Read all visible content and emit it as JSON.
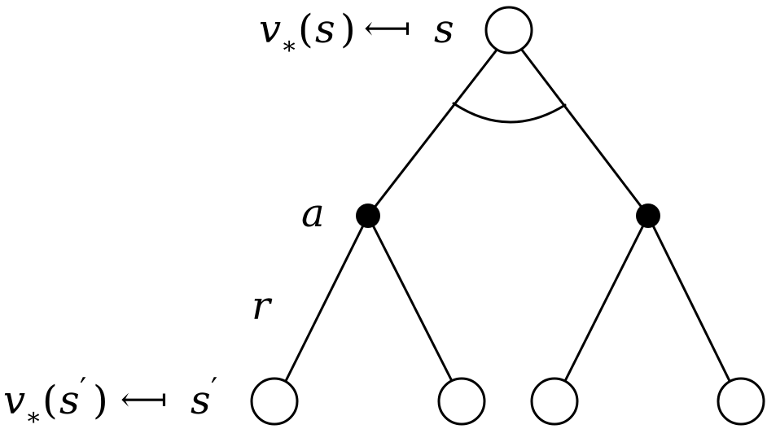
{
  "diagram": {
    "root_label": {
      "value": "v",
      "subscript": "∗",
      "arg_open": "(",
      "arg": "s",
      "arg_close": ")",
      "arrow": "⟻",
      "state": "s"
    },
    "leaf_label": {
      "value": "v",
      "subscript": "∗",
      "arg_open": "(",
      "arg": "s",
      "arg_prime": "′",
      "arg_close": ")",
      "arrow": "⟻",
      "state": "s",
      "state_prime": "′"
    },
    "action_label": "a",
    "reward_label": "r"
  }
}
